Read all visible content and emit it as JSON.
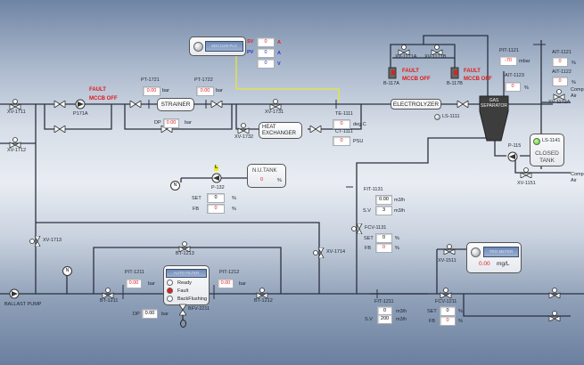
{
  "colors": {
    "pipe": "#2b3140",
    "signal": "#e8e832",
    "fault": "#e01818",
    "value_red": "#e02020",
    "value_blue": "#2a36c8",
    "lamp_green": "#44d020",
    "lamp_red": "#e02020"
  },
  "power_panel": {
    "lcd_text": "SDC1100 PLC",
    "sv_label": "SV",
    "sv_value": "0",
    "sv_unit": "A",
    "pv_label": "PV",
    "pv_value": "0",
    "pv_unit": "A",
    "v_value": "0",
    "v_unit": "V"
  },
  "valves": {
    "xv1711": "XV-1711",
    "xv1712": "XV-1712",
    "xv1713": "XV-1713",
    "xv1714": "XV-1714",
    "xv1731": "XV-1731",
    "xv1732": "XV-1732",
    "xv1171a": "XV-1171A",
    "xv1171b": "XV-1171B",
    "xv1172a": "XV-1172A",
    "xv1151": "XV-1151",
    "xv1511": "XV-1511",
    "bt1211": "BT-1211",
    "bt1212": "BT-1212",
    "bt1213": "BT-1213",
    "bfv2211": "BFV-2211",
    "fcv1131": "FCV-1131",
    "fcv1211": "FCV-1211"
  },
  "pump_p171a": {
    "tag": "P171A",
    "fault": "FAULT",
    "mccb": "MCCB OFF"
  },
  "strainer": {
    "label": "STRAINER",
    "pt1721": {
      "tag": "PT-1721",
      "value": "0.00",
      "unit": "bar"
    },
    "pt1722": {
      "tag": "PT-1722",
      "value": "0.00",
      "unit": "bar"
    },
    "dp": {
      "label": "DP",
      "value": "0.00",
      "unit": "bar"
    }
  },
  "heat_exchanger": {
    "label_line1": "HEAT",
    "label_line2": "EXCHANGER"
  },
  "te1111": {
    "tag": "TE-1111",
    "value": "0",
    "unit": "deg.C"
  },
  "ct1111": {
    "tag": "CT-1111",
    "value": "0",
    "unit": "PSU"
  },
  "electrolyzer": {
    "label": "ELECTROLYZER",
    "ls1111": "LS-1111"
  },
  "blowers": {
    "b117a": {
      "tag": "B-117A",
      "fault": "FAULT",
      "mccb": "MCCB OFF"
    },
    "b117b": {
      "tag": "B-117B",
      "fault": "FAULT",
      "mccb": "MCCB OFF"
    }
  },
  "pit1121": {
    "tag": "PIT-1121",
    "value": "-70",
    "unit": "mbar"
  },
  "ait1123": {
    "tag": "AIT-1123",
    "value": "0",
    "unit": "%"
  },
  "ait1121": {
    "tag": "AIT-1121",
    "value": "0",
    "unit": "%"
  },
  "ait1122": {
    "tag": "AIT-1122",
    "value": "0",
    "unit": "%"
  },
  "gas_separator": {
    "label_line1": "GAS",
    "label_line2": "SEPARATOR"
  },
  "comp_air_1": {
    "line1": "Comp",
    "line2": "Air"
  },
  "comp_air_2": {
    "line1": "Comp",
    "line2": "Air"
  },
  "closed_tank": {
    "ls_tag": "LS-1141",
    "label_line1": "CLOSED",
    "label_line2": "TANK"
  },
  "pump_p115": {
    "tag": "P-115"
  },
  "nu_tank": {
    "label": "N.U.TANK",
    "value": "0",
    "unit": "%",
    "pump_tag": "P-132",
    "level_flag": "L",
    "n_symbol": "N",
    "set_label": "SET",
    "set_value": "0",
    "set_unit": "%",
    "fb_label": "FB",
    "fb_value": "0",
    "fb_unit": "%"
  },
  "fit1131": {
    "tag": "FIT-1131",
    "value": "0.00",
    "unit": "m3/h",
    "sv_label": "S.V",
    "sv_value": "3",
    "sv_unit": "m3/h"
  },
  "fcv1131_ctrl": {
    "set_label": "SET",
    "set_value": "0",
    "set_unit": "%",
    "fb_label": "FB",
    "fb_value": "0",
    "fb_unit": "%"
  },
  "residual_panel": {
    "lcd_text": "TRO METER",
    "value": "0.00",
    "unit": "mg/L"
  },
  "ballast_pump": {
    "label": "BALLAST PUMP",
    "n_symbol": "N"
  },
  "pit1211": {
    "tag": "PIT-1211",
    "value": "0.00",
    "unit": "bar"
  },
  "pit1212": {
    "tag": "PIT-1212",
    "value": "0.00",
    "unit": "bar"
  },
  "filter_dp": {
    "label": "DP",
    "value": "0.00",
    "unit": "bar"
  },
  "filter_panel": {
    "lcd_text": "AUTO FILTER",
    "status": [
      {
        "label": "Ready",
        "active": false
      },
      {
        "label": "Fault",
        "active": true
      },
      {
        "label": "BackFlushing",
        "active": false
      }
    ]
  },
  "fit1211": {
    "tag": "FIT-1211",
    "value": "0",
    "unit": "m3/h",
    "sv_label": "S.V",
    "sv_value": "200",
    "sv_unit": "m3/h"
  },
  "fcv1211_ctrl": {
    "set_label": "SET",
    "set_value": "0",
    "set_unit": "%",
    "fb_label": "FB",
    "fb_value": "0",
    "fb_unit": "%"
  }
}
